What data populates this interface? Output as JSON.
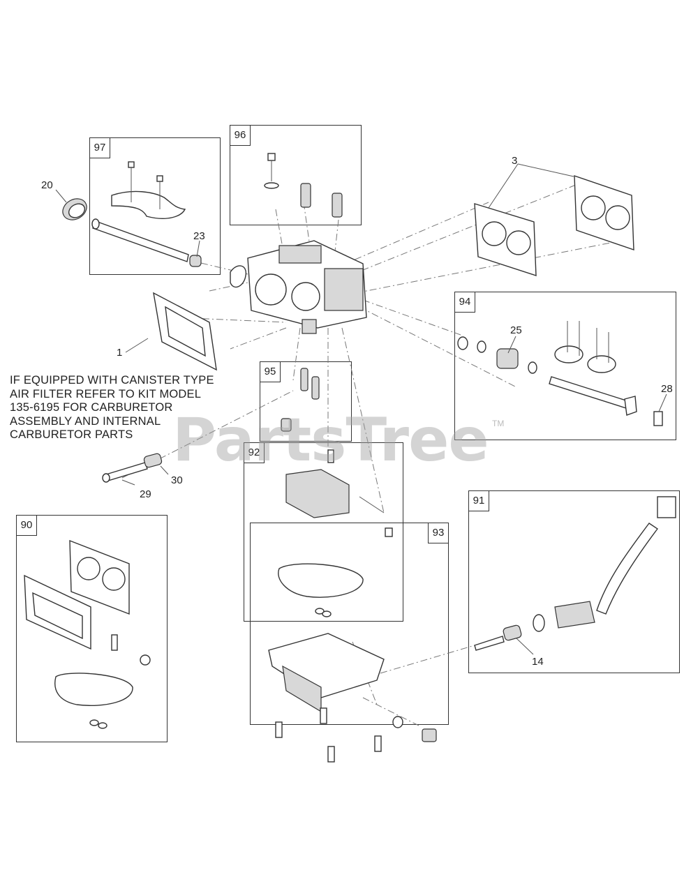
{
  "diagram": {
    "kit_labels": {
      "k97": "97",
      "k96": "96",
      "k94": "94",
      "k95": "95",
      "k92": "92",
      "k91": "91",
      "k90": "90",
      "k93": "93"
    },
    "callouts": {
      "c20": "20",
      "c23": "23",
      "c3": "3",
      "c25": "25",
      "c28": "28",
      "c1": "1",
      "c29": "29",
      "c30": "30",
      "c14": "14"
    },
    "note_lines": [
      "IF EQUIPPED WITH  CANISTER TYPE",
      "AIR  FILTER REFER TO KIT MODEL",
      "135-6195 FOR CARBURETOR",
      "ASSEMBLY AND INTERNAL",
      "CARBURETOR PARTS"
    ],
    "watermark": "PartsTree",
    "watermark_tm": "TM"
  }
}
